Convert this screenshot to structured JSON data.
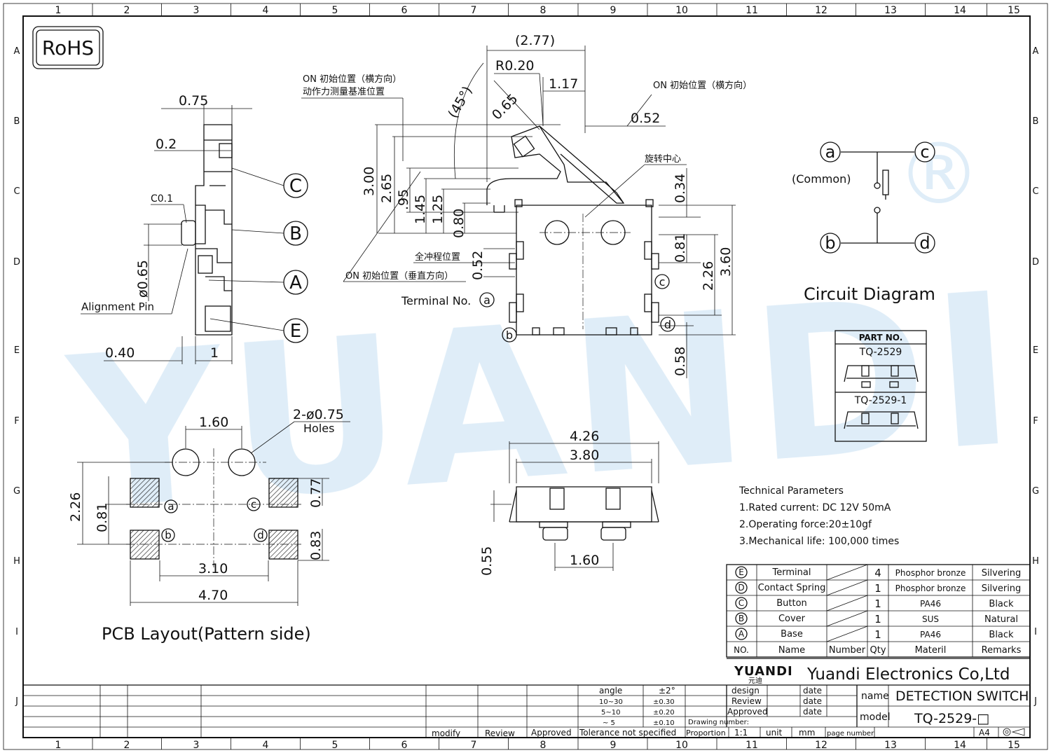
{
  "border": {
    "col_numbers": [
      "1",
      "2",
      "3",
      "4",
      "5",
      "6",
      "7",
      "8",
      "9",
      "10",
      "11",
      "12",
      "13",
      "14",
      "15"
    ],
    "row_letters": [
      "A",
      "B",
      "C",
      "D",
      "E",
      "F",
      "G",
      "H",
      "I",
      "J"
    ]
  },
  "rohs": "RoHS",
  "watermark": {
    "text": "YUANDI",
    "cn": "元迪",
    "mark": "®"
  },
  "side_view": {
    "dims": [
      "0.75",
      "0.2",
      "C0.1",
      "ø0.65",
      "0.40",
      "1"
    ],
    "label": "Alignment Pin",
    "balloons": [
      "C",
      "B",
      "A",
      "E"
    ]
  },
  "main_view": {
    "dims": [
      "(2.77)",
      "R0.20",
      "1.17",
      "(45°)",
      "0.65",
      "0.52",
      "3.00",
      "2.65",
      ".95",
      "1.45",
      "1.25",
      "0.80",
      "0.34",
      "0.81",
      "2.26",
      "3.60",
      "0.52",
      "0.58"
    ],
    "notes_cn": [
      "ON  初始位置（横方向）",
      "动作力测量基准位置",
      "ON  初始位置（横方向）",
      "旋转中心",
      "全冲程位置",
      "ON  初始位置（垂直方向）"
    ],
    "terminal_label": "Terminal No.",
    "terminals": [
      "a",
      "b",
      "c",
      "d"
    ]
  },
  "circuit": {
    "nodes": [
      "a",
      "c",
      "b",
      "d"
    ],
    "common": "(Common)",
    "title": "Circuit Diagram"
  },
  "part_no": {
    "header": "PART NO.",
    "items": [
      "TQ-2529",
      "TQ-2529-1"
    ]
  },
  "pcb": {
    "dims": [
      "1.60",
      "2-ø0.75",
      "Holes",
      "2.26",
      "0.81",
      "0.77",
      "0.83",
      "3.10",
      "4.70"
    ],
    "pads": [
      "a",
      "c",
      "b",
      "d"
    ],
    "title": "PCB Layout(Pattern  side)"
  },
  "bottom_view": {
    "dims": [
      "4.26",
      "3.80",
      "0.55",
      "1.60"
    ]
  },
  "tech_params": {
    "title": "Technical  Parameters",
    "items": [
      "1.Rated  current:  DC  12V  50mA",
      "2.Operating  force:20±10gf",
      "3.Mechanical  life:  100,000  times"
    ]
  },
  "bom": {
    "rows": [
      {
        "id": "E",
        "name": "Terminal",
        "qty": "4",
        "material": "Phosphor bronze",
        "remarks": "Silvering"
      },
      {
        "id": "D",
        "name": "Contact Spring",
        "qty": "1",
        "material": "Phosphor bronze",
        "remarks": "Silvering"
      },
      {
        "id": "C",
        "name": "Button",
        "qty": "1",
        "material": "PA46",
        "remarks": "Black"
      },
      {
        "id": "B",
        "name": "Cover",
        "qty": "1",
        "material": "SUS",
        "remarks": "Natural"
      },
      {
        "id": "A",
        "name": "Base",
        "qty": "1",
        "material": "PA46",
        "remarks": "Black"
      }
    ],
    "header": {
      "no": "NO.",
      "name": "Name",
      "number": "Number",
      "qty": "Qty",
      "material": "Materil",
      "remarks": "Remarks"
    }
  },
  "title_block": {
    "logo": "YUANDI",
    "logo_cn": "元迪",
    "company": "Yuandi Electronics Co,Ltd",
    "design": "design",
    "review": "Review",
    "approved": "Approved",
    "date": "date",
    "name_label": "name",
    "name_value": "DETECTION  SWITCH",
    "model_label": "model",
    "model_value": "TQ-2529-□",
    "tolerance": {
      "angle": "angle",
      "angle_val": "±2°",
      "r1": "10~30",
      "r1v": "±0.30",
      "r2": "5~10",
      "r2v": "±0.20",
      "r3": "~ 5",
      "r3v": "±0.10",
      "not_specified": "Tolerance  not  specified"
    },
    "drawing_number": "Drawing number:",
    "proportion": "Proportion",
    "proportion_val": "1:1",
    "unit": "unit",
    "unit_val": "mm",
    "page_number": "page number",
    "size": "A4",
    "bottom_row": [
      "modify",
      "Review",
      "Approved"
    ]
  }
}
